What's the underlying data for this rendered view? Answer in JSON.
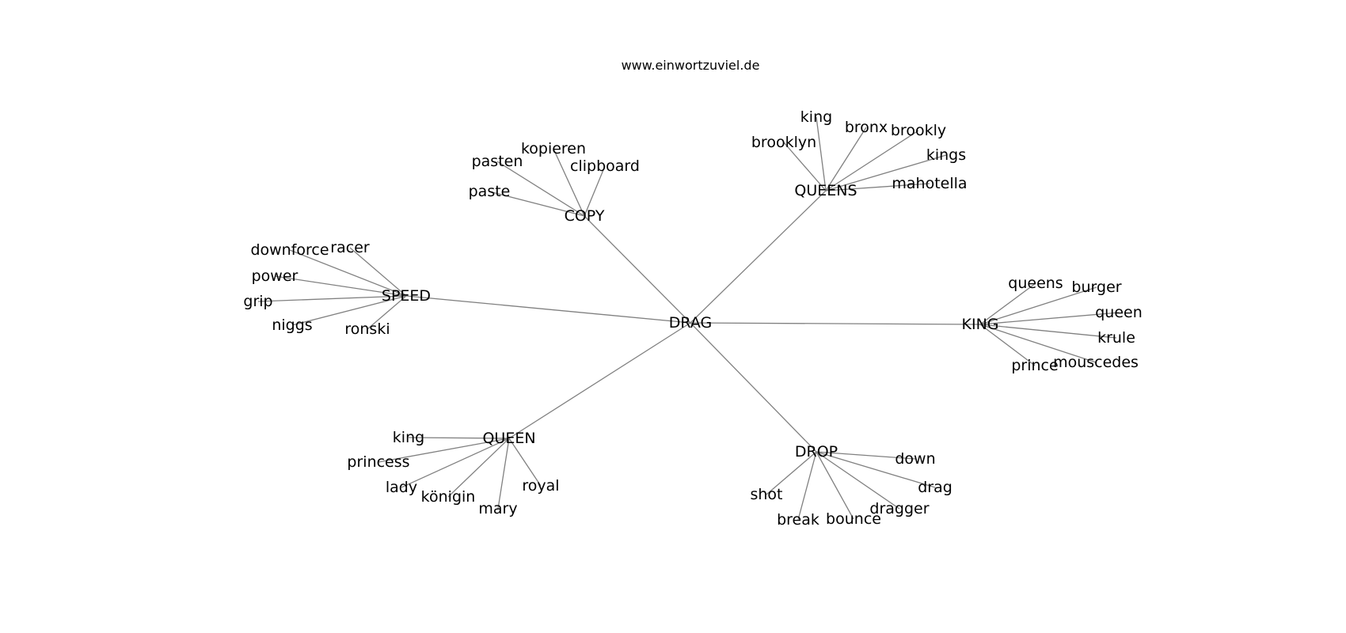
{
  "source": "www.einwortzuviel.de",
  "graph": {
    "root": "DRAG",
    "hubs": [
      {
        "label": "COPY",
        "children": [
          "kopieren",
          "pasten",
          "clipboard",
          "paste"
        ]
      },
      {
        "label": "QUEENS",
        "children": [
          "king",
          "bronx",
          "brookly",
          "brooklyn",
          "kings",
          "mahotella"
        ]
      },
      {
        "label": "SPEED",
        "children": [
          "downforce",
          "racer",
          "power",
          "grip",
          "niggs",
          "ronski"
        ]
      },
      {
        "label": "KING",
        "children": [
          "queens",
          "burger",
          "queen",
          "krule",
          "prince",
          "mouscedes"
        ]
      },
      {
        "label": "QUEEN",
        "children": [
          "king",
          "princess",
          "lady",
          "königin",
          "mary",
          "royal"
        ]
      },
      {
        "label": "DROP",
        "children": [
          "down",
          "drag",
          "dragger",
          "bounce",
          "break",
          "shot"
        ]
      }
    ]
  }
}
